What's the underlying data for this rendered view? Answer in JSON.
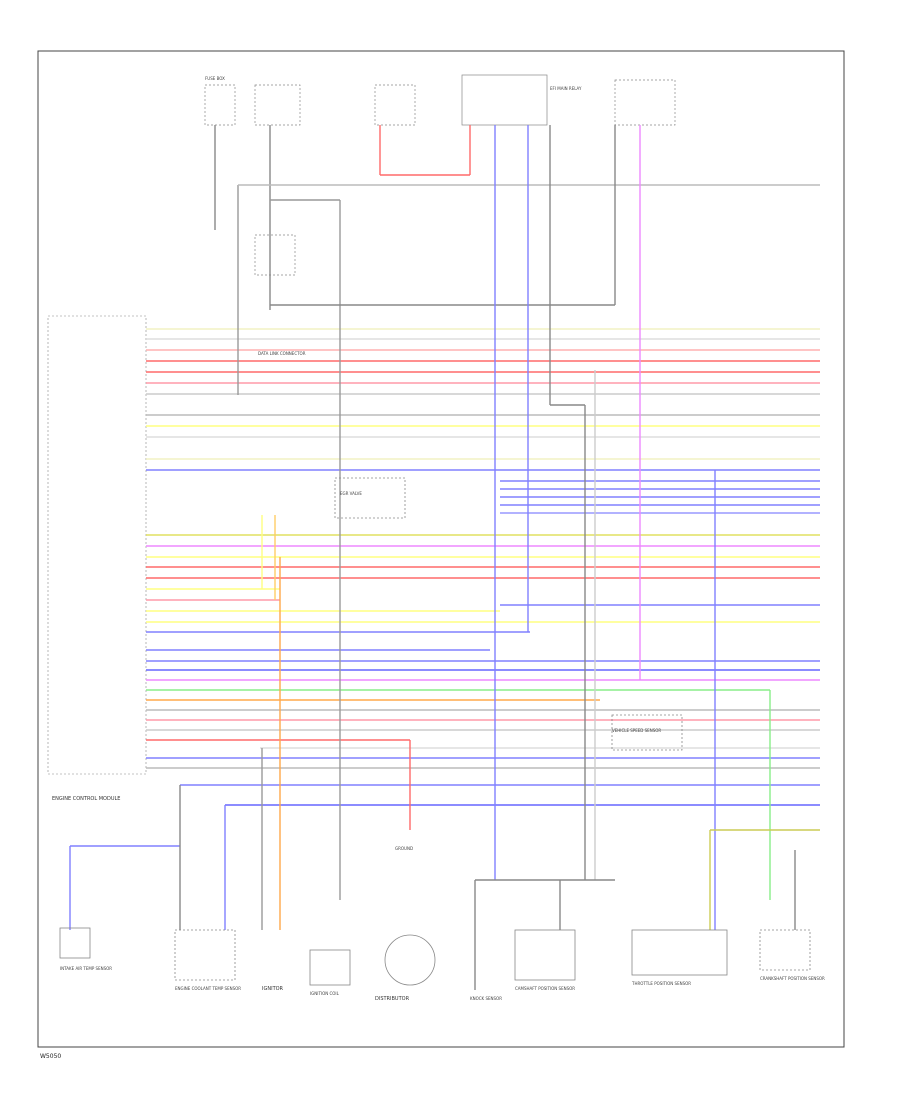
{
  "labels": {
    "footer_code": "W5050",
    "ecm": "ENGINE CONTROL MODULE",
    "distributor": "DISTRIBUTOR",
    "ignitor": "IGNITOR",
    "ignition_coil": "IGNITION COIL",
    "cam_sensor": "CAMSHAFT POSITION SENSOR",
    "throttle_sensor": "THROTTLE POSITION SENSOR",
    "iat_sensor": "INTAKE AIR TEMP SENSOR",
    "ect_sensor": "ENGINE COOLANT TEMP SENSOR",
    "crank_sensor": "CRANKSHAFT POSITION SENSOR",
    "knock_sensor": "KNOCK SENSOR",
    "egr_valve": "EGR VALVE",
    "speed_sensor": "VEHICLE SPEED SENSOR",
    "data_link": "DATA LINK CONNECTOR",
    "fuse_box": "FUSE BOX",
    "main_relay": "EFI MAIN RELAY",
    "ground_label": "GROUND"
  },
  "colors": {
    "frame": "#444444",
    "red": "#ff6a6a",
    "pink": "#ff9aa8",
    "yellow": "#ffff80",
    "pale_yellow": "#f2f2c4",
    "blue": "#8080ff",
    "violet": "#ee88ff",
    "orange": "#ffa84a",
    "green": "#88ee88",
    "gray": "#aaaaaa",
    "black": "#333333"
  }
}
